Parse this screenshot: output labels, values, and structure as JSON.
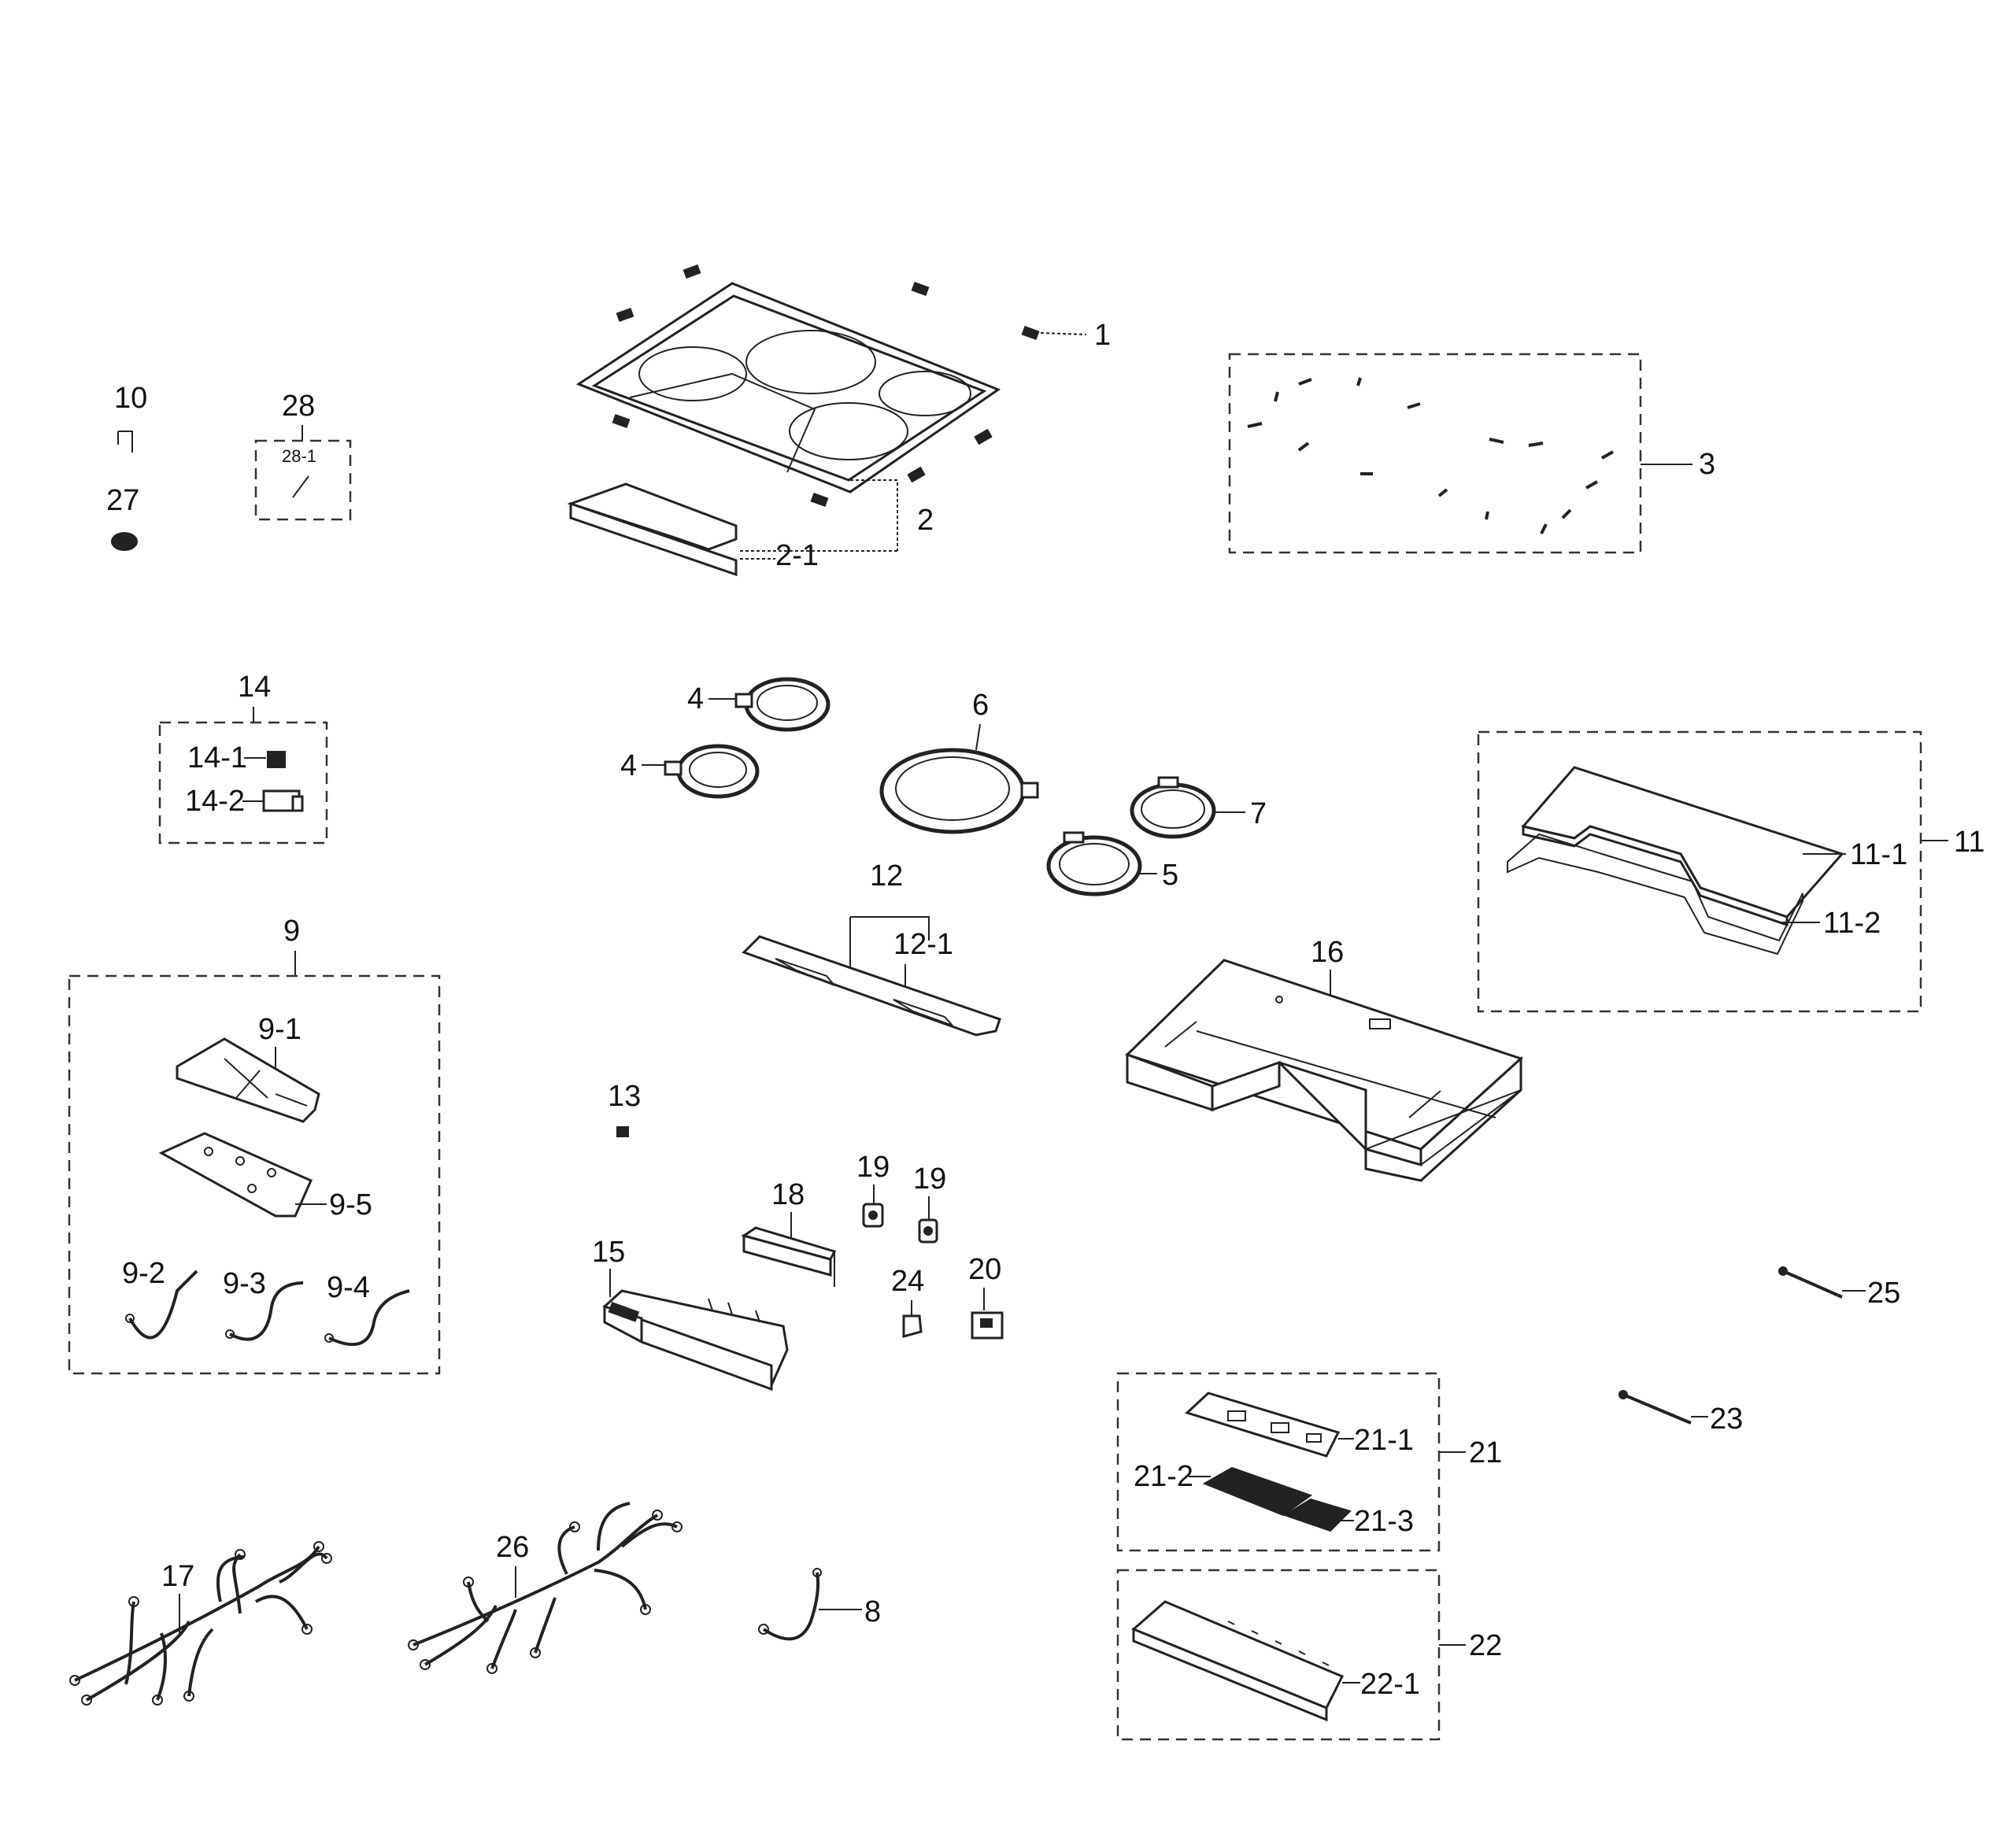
{
  "callouts": {
    "c1": "1",
    "c2": "2",
    "c2_1": "2-1",
    "c3": "3",
    "c4a": "4",
    "c4b": "4",
    "c5": "5",
    "c6": "6",
    "c7": "7",
    "c8": "8",
    "c9": "9",
    "c9_1": "9-1",
    "c9_2": "9-2",
    "c9_3": "9-3",
    "c9_4": "9-4",
    "c9_5": "9-5",
    "c10": "10",
    "c11": "11",
    "c11_1": "11-1",
    "c11_2": "11-2",
    "c12": "12",
    "c12_1": "12-1",
    "c13": "13",
    "c14": "14",
    "c14_1": "14-1",
    "c14_2": "14-2",
    "c15": "15",
    "c16": "16",
    "c17": "17",
    "c18": "18",
    "c19a": "19",
    "c19b": "19",
    "c20": "20",
    "c21": "21",
    "c21_1": "21-1",
    "c21_2": "21-2",
    "c21_3": "21-3",
    "c22": "22",
    "c22_1": "22-1",
    "c23": "23",
    "c24": "24",
    "c25": "25",
    "c26": "26",
    "c27": "27",
    "c28": "28",
    "c28_1": "28-1"
  }
}
